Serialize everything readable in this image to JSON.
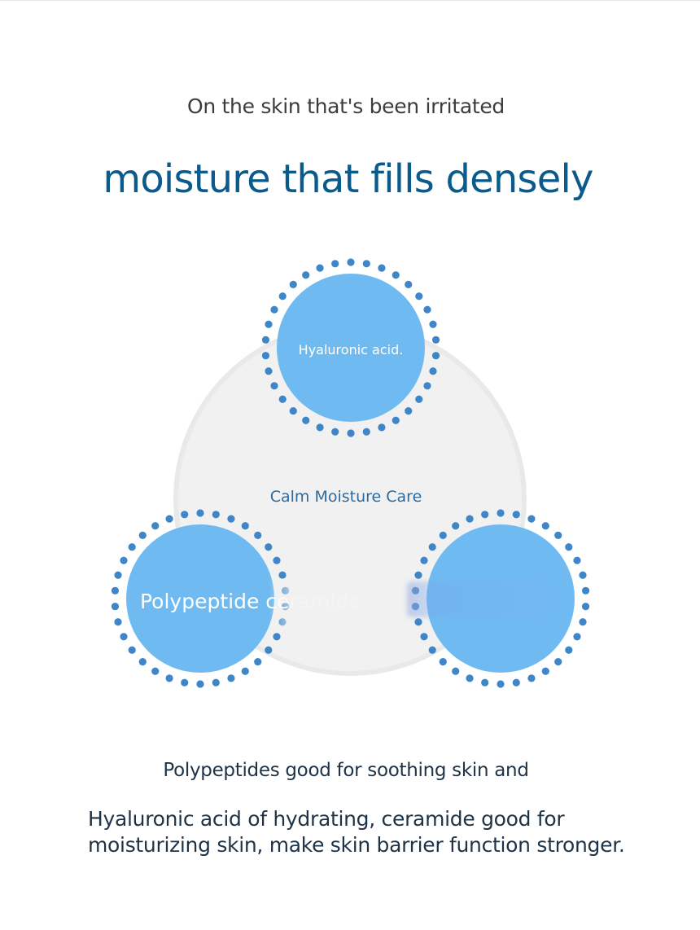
{
  "intro": {
    "subtitle": "On the skin that's been irritated",
    "headline": "moisture that fills densely"
  },
  "diagram": {
    "center_label": "Calm Moisture Care",
    "circles": [
      {
        "id": "top",
        "label": "Hyaluronic acid."
      },
      {
        "id": "left",
        "label": "Polypeptide ceramide."
      },
      {
        "id": "right",
        "label": ""
      }
    ],
    "colors": {
      "circle_fill": "#6fbaf0",
      "dot_color": "#3f86c9",
      "background_disc": "#f1f1f1",
      "background_ring": "#e9e9e9",
      "center_text": "#2f6a9e",
      "headline": "#0a5a8c"
    }
  },
  "description": {
    "line1": "Polypeptides good for soothing skin and",
    "line2": "Hyaluronic acid of hydrating, ceramide good for moisturizing skin, make skin barrier function stronger."
  }
}
